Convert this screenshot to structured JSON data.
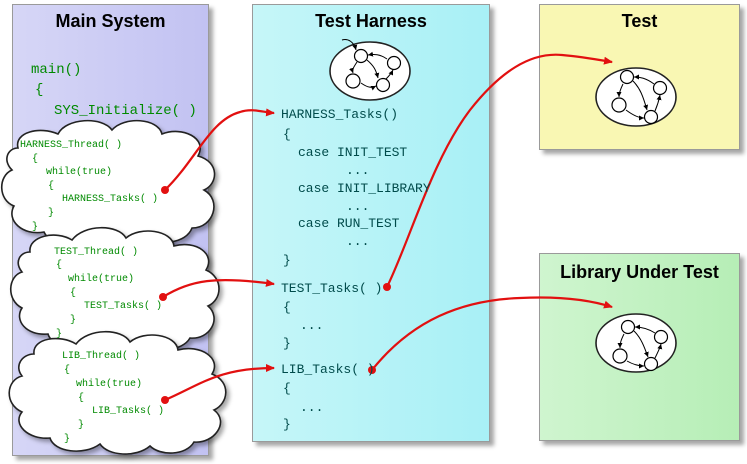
{
  "panels": {
    "main_system": "Main System",
    "test_harness": "Test Harness",
    "test": "Test",
    "library_under_test": "Library Under Test"
  },
  "main_code": {
    "main": "main()",
    "open": "{",
    "init": "SYS_Initialize( )"
  },
  "clouds": {
    "harness": {
      "thread": "HARNESS_Thread( )",
      "open1": "{",
      "loop": "while(true)",
      "open2": "{",
      "call": "HARNESS_Tasks( )",
      "close2": "}",
      "close1": "}"
    },
    "test": {
      "thread": "TEST_Thread( )",
      "open1": "{",
      "loop": "while(true)",
      "open2": "{",
      "call": "TEST_Tasks( )",
      "close2": "}",
      "close1": "}"
    },
    "lib": {
      "thread": "LIB_Thread( )",
      "open1": "{",
      "loop": "while(true)",
      "open2": "{",
      "call": "LIB_Tasks( )",
      "close2": "}",
      "close1": "}"
    }
  },
  "harness_code": {
    "harness_tasks": "HARNESS_Tasks()",
    "open1": "{",
    "case1": "case INIT_TEST",
    "dots1": "...",
    "case2": "case INIT_LIBRARY",
    "dots2": "...",
    "case3": "case RUN_TEST",
    "dots3": "...",
    "close1": "}",
    "test_tasks": "TEST_Tasks( )",
    "open2": "{",
    "dots4": "...",
    "close2": "}",
    "lib_tasks": "LIB_Tasks( )",
    "open3": "{",
    "dots5": "...",
    "close3": "}"
  },
  "colors": {
    "arrow": "#e21010",
    "code_green": "#008a00",
    "harness_code": "#004b4b"
  }
}
